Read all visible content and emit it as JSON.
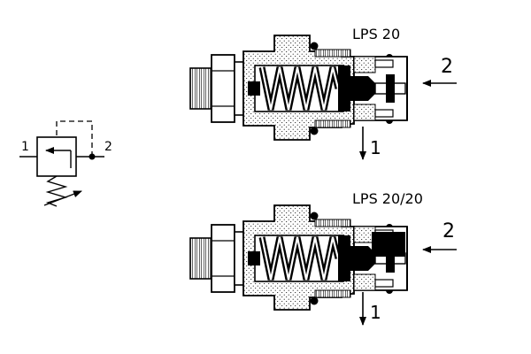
{
  "symbol": {
    "port_in": "1",
    "port_out": "2"
  },
  "valves": [
    {
      "model": "LPS 20",
      "inlet_port": "2",
      "outlet_port": "1"
    },
    {
      "model": "LPS 20/20",
      "inlet_port": "2",
      "outlet_port": "1"
    }
  ],
  "colors": {
    "line": "#000000",
    "background": "#ffffff"
  }
}
